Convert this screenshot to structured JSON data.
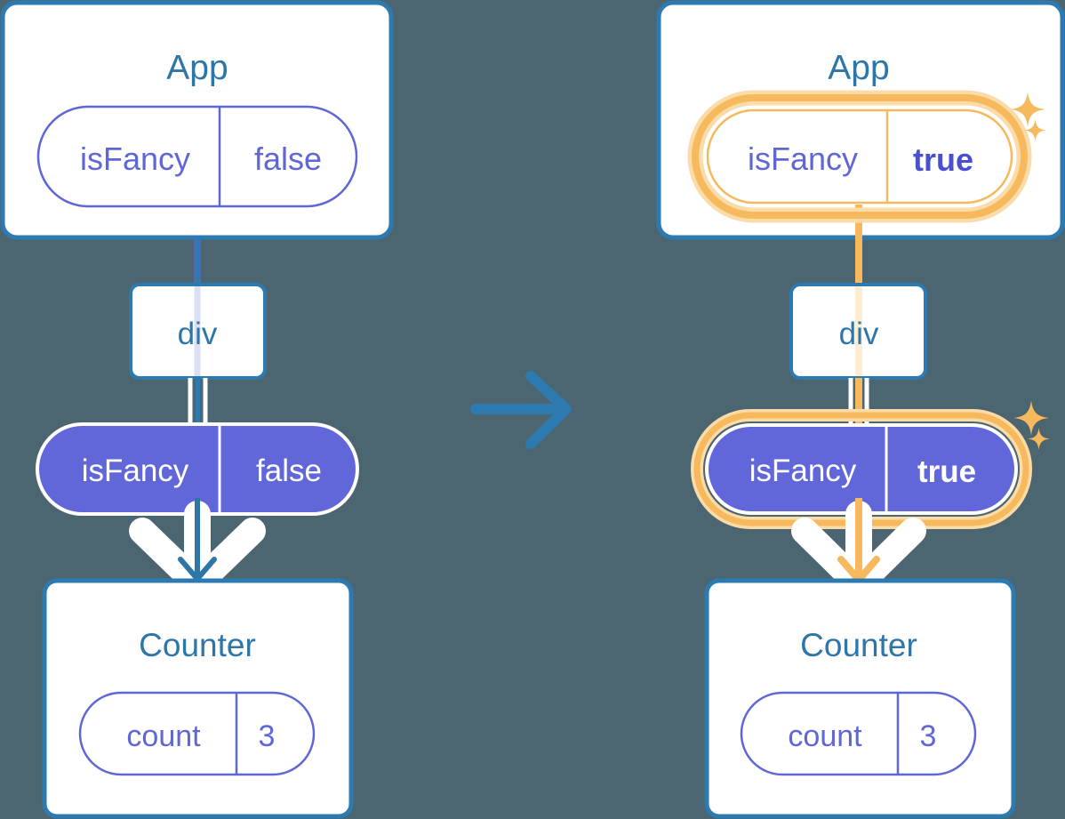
{
  "meta": {
    "domain": "Diagram",
    "background_color": "#4b6571",
    "title_color": "#2f76a8",
    "purple_text": "#5f66d6",
    "purple_fill": "#6166d9",
    "highlight_orange": "#f7b95e",
    "highlight_glow": "#fbdca8",
    "box_border": "#2d7ab0",
    "box_fill": "#ffffff",
    "arrow_blue": "#2f76a8",
    "line_lavender": "#6366d4"
  },
  "before": {
    "app": {
      "title": "App",
      "state": {
        "name": "isFancy",
        "value": "false"
      },
      "highlighted": false
    },
    "div": {
      "label": "div"
    },
    "prop_pill": {
      "name": "isFancy",
      "value": "false",
      "filled": true,
      "highlighted": false
    },
    "counter": {
      "title": "Counter",
      "state": {
        "name": "count",
        "value": "3"
      }
    }
  },
  "transition": {
    "icon": "arrow-right-icon"
  },
  "after": {
    "app": {
      "title": "App",
      "state": {
        "name": "isFancy",
        "value": "true"
      },
      "highlighted": true,
      "sparkles": [
        "sparkle-large-icon",
        "sparkle-small-icon"
      ]
    },
    "div": {
      "label": "div"
    },
    "prop_pill": {
      "name": "isFancy",
      "value": "true",
      "filled": true,
      "highlighted": true,
      "sparkles": [
        "sparkle-large-icon",
        "sparkle-small-icon"
      ]
    },
    "counter": {
      "title": "Counter",
      "state": {
        "name": "count",
        "value": "3"
      }
    }
  }
}
